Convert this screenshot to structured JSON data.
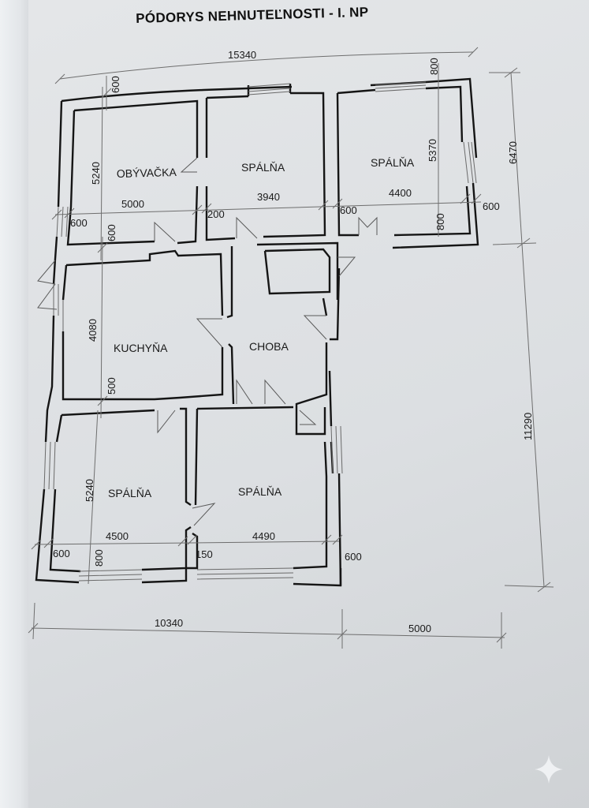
{
  "title": "PÓDORYS NEHNUTEĽNOSTI - I. NP",
  "rooms": [
    {
      "name": "OBÝVAČKA",
      "width": "5000",
      "depth": "5240"
    },
    {
      "name": "SPÁLŇA",
      "width": "3940"
    },
    {
      "name": "SPÁLŇA",
      "width": "4400",
      "depth": "5370"
    },
    {
      "name": "KUCHYŇA",
      "depth": "4080"
    },
    {
      "name": "CHOBA"
    },
    {
      "name": "SPÁLŇA",
      "width": "4500",
      "depth": "5240"
    },
    {
      "name": "SPÁLŇA",
      "width": "4490"
    }
  ],
  "dimensions": {
    "overall_top": "15340",
    "overall_bottom_left": "10340",
    "overall_bottom_right": "5000",
    "overall_right_upper": "6470",
    "overall_right_lower": "11290",
    "wall_600_top": "600",
    "wall_800_top_right": "800",
    "wall_600_left_upper": "600",
    "wall_600_obyvacka_bottom": "600",
    "wall_200": "200",
    "wall_600_spalna3_left": "600",
    "wall_800_spalna3_bottom": "800",
    "wall_600_right_upper": "600",
    "wall_500": "500",
    "wall_600_left_lower": "600",
    "wall_800_bottom": "800",
    "wall_150": "150",
    "wall_600_right_lower": "600"
  },
  "sparkle_icon": "✦"
}
